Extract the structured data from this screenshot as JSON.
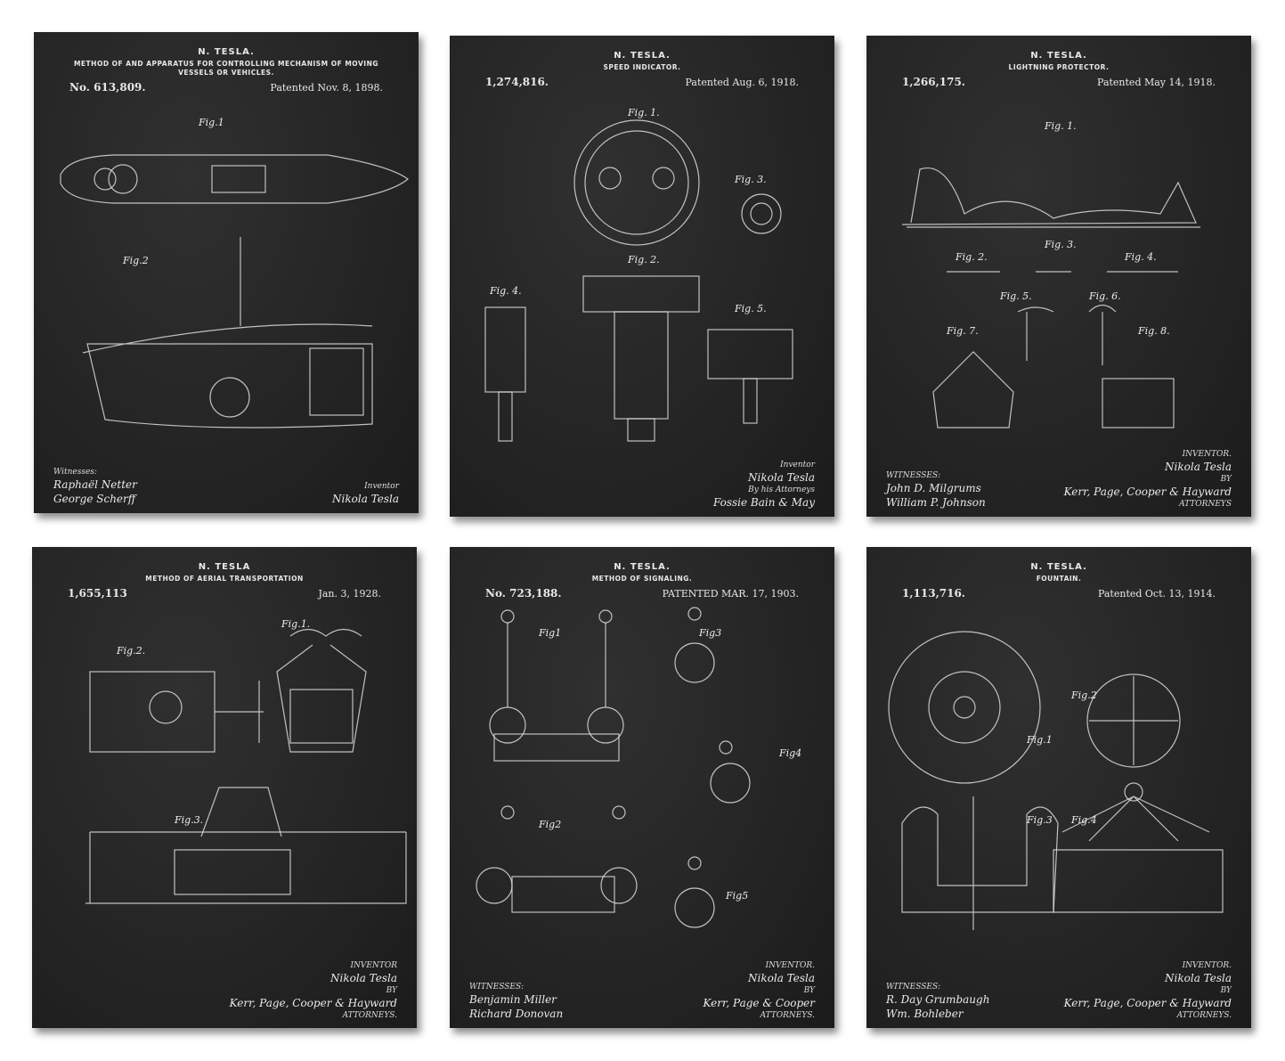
{
  "posters": [
    {
      "name": "N. TESLA.",
      "title": "METHOD OF AND APPARATUS FOR CONTROLLING MECHANISM OF MOVING VESSELS OR VEHICLES.",
      "number": "No. 613,809.",
      "date": "Patented Nov. 8, 1898.",
      "figs": [
        "Fig.1",
        "Fig.2"
      ],
      "labels": [
        "Witnesses:",
        "Inventor"
      ],
      "signatures": [
        "Raphaël Netter",
        "George Scherff",
        "Nikola Tesla"
      ]
    },
    {
      "name": "N. TESLA.",
      "title": "SPEED INDICATOR.",
      "number": "1,274,816.",
      "date": "Patented Aug. 6, 1918.",
      "figs": [
        "Fig. 1.",
        "Fig. 2.",
        "Fig. 3.",
        "Fig. 4.",
        "Fig. 5."
      ],
      "labels": [
        "Inventor",
        "By his Attorneys"
      ],
      "signatures": [
        "Nikola Tesla",
        "Fossie Bain & May"
      ]
    },
    {
      "name": "N. TESLA.",
      "title": "LIGHTNING PROTECTOR.",
      "number": "1,266,175.",
      "date": "Patented May 14, 1918.",
      "figs": [
        "Fig. 1.",
        "Fig. 2.",
        "Fig. 3.",
        "Fig. 4.",
        "Fig. 5.",
        "Fig. 6.",
        "Fig. 7.",
        "Fig. 8."
      ],
      "labels": [
        "WITNESSES:",
        "INVENTOR.",
        "BY",
        "ATTORNEYS"
      ],
      "signatures": [
        "John D. Milgrums",
        "William P. Johnson",
        "Nikola Tesla",
        "Kerr, Page, Cooper & Hayward"
      ]
    },
    {
      "name": "N. TESLA",
      "title": "METHOD OF AERIAL TRANSPORTATION",
      "number": "1,655,113",
      "date": "Jan. 3, 1928.",
      "figs": [
        "Fig.1.",
        "Fig.2.",
        "Fig.3."
      ],
      "labels": [
        "INVENTOR",
        "BY",
        "ATTORNEYS."
      ],
      "signatures": [
        "Nikola Tesla",
        "Kerr, Page, Cooper & Hayward"
      ]
    },
    {
      "name": "N. TESLA.",
      "title": "METHOD OF SIGNALING.",
      "number": "No. 723,188.",
      "date": "PATENTED MAR. 17, 1903.",
      "figs": [
        "Fig1",
        "Fig2",
        "Fig3",
        "Fig4",
        "Fig5"
      ],
      "labels": [
        "WITNESSES:",
        "INVENTOR.",
        "BY",
        "ATTORNEYS."
      ],
      "signatures": [
        "Benjamin Miller",
        "Richard Donovan",
        "Nikola Tesla",
        "Kerr, Page & Cooper"
      ]
    },
    {
      "name": "N. TESLA.",
      "title": "FOUNTAIN.",
      "number": "1,113,716.",
      "date": "Patented Oct. 13, 1914.",
      "figs": [
        "Fig.1",
        "Fig.2",
        "Fig.3",
        "Fig.4"
      ],
      "labels": [
        "WITNESSES:",
        "INVENTOR.",
        "BY",
        "ATTORNEYS."
      ],
      "signatures": [
        "R. Day Grumbaugh",
        "Wm. Bohleber",
        "Nikola Tesla",
        "Kerr, Page, Cooper & Hayward"
      ]
    }
  ]
}
